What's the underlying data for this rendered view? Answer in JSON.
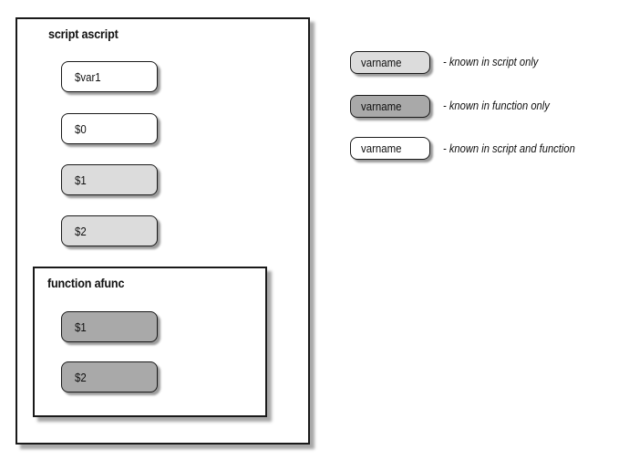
{
  "script_box": {
    "title": "script ascript",
    "vars": [
      {
        "label": "$var1",
        "scope": "both"
      },
      {
        "label": "$0",
        "scope": "both"
      },
      {
        "label": "$1",
        "scope": "script"
      },
      {
        "label": "$2",
        "scope": "script"
      }
    ]
  },
  "function_box": {
    "title": "function afunc",
    "vars": [
      {
        "label": "$1",
        "scope": "func"
      },
      {
        "label": "$2",
        "scope": "func"
      }
    ]
  },
  "legend": [
    {
      "sample": "varname",
      "scope": "script",
      "text": "- known in script only"
    },
    {
      "sample": "varname",
      "scope": "func",
      "text": "- known in function only"
    },
    {
      "sample": "varname",
      "scope": "both",
      "text": "- known in script and function"
    }
  ],
  "colors": {
    "script_only": "#dcdcdc",
    "function_only": "#a9a9a9",
    "both": "#ffffff"
  }
}
